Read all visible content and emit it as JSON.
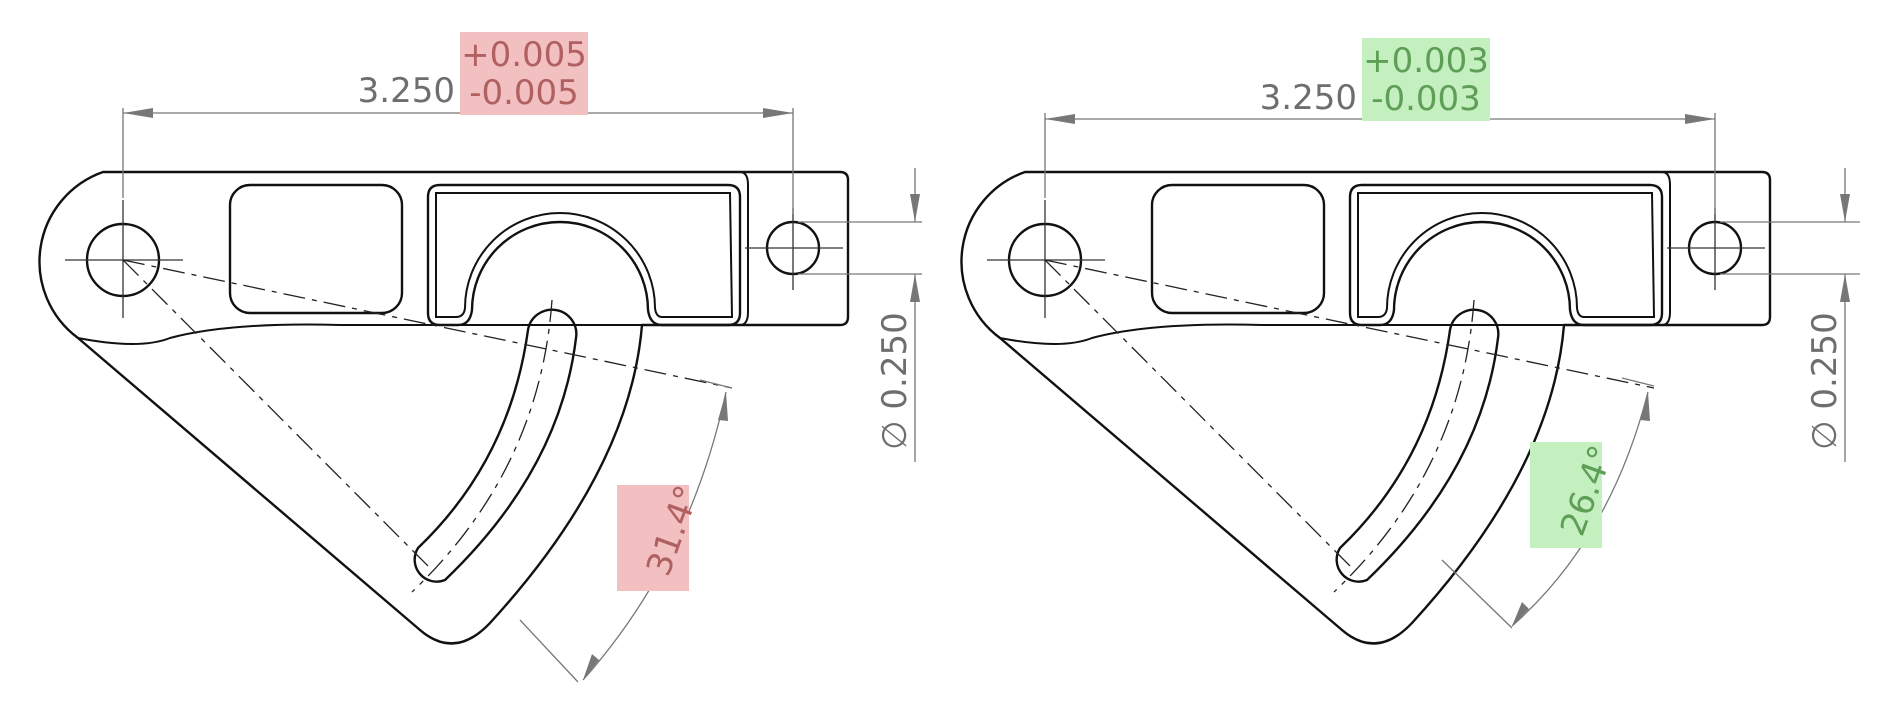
{
  "colors": {
    "bad_highlight": "#f2c0c0",
    "bad_text": "#b06060",
    "good_highlight": "#c4efbf",
    "good_text": "#5e9e57",
    "dimension_text": "#6e6e6e",
    "part_outline": "#111111"
  },
  "left_drawing": {
    "length_dimension": "3.250",
    "tolerance_plus": "+0.005",
    "tolerance_minus": "-0.005",
    "hole_diameter": "∅ 0.250",
    "slot_angle": "31.4°"
  },
  "right_drawing": {
    "length_dimension": "3.250",
    "tolerance_plus": "+0.003",
    "tolerance_minus": "-0.003",
    "hole_diameter": "∅ 0.250",
    "slot_angle": "26.4°"
  }
}
